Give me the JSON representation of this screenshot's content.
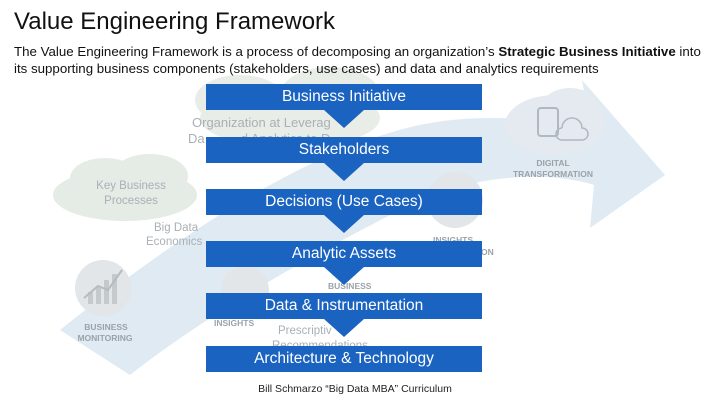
{
  "title": "Value Engineering Framework",
  "intro": {
    "before": "The Value Engineering Framework is a process of decomposing an organization’s ",
    "bold": "Strategic Business Initiative",
    "after": " into its supporting business components (stakeholders, use cases) and data and analytics requirements"
  },
  "background": {
    "org_line1": "Organization at Leverag",
    "org_line2": "Da          d Analytics to D",
    "key_processes_1": "Key Business",
    "key_processes_2": "Processes",
    "big_data_1": "Big Data",
    "big_data_2": "Economics",
    "prescriptive_1": "Prescriptiv",
    "prescriptive_2": "Recommendations",
    "digital_1": "DIGITAL",
    "digital_2": "TRANSFORMATION",
    "insights_right": "INSIGHTS",
    "insights_right_tail": "ON",
    "business_mid": "BUSINESS",
    "insights_left": "INSIGHTS",
    "monitoring_1": "BUSINESS",
    "monitoring_2": "MONITORING"
  },
  "stages": [
    "Business Initiative",
    "Stakeholders",
    "Decisions (Use Cases)",
    "Analytic Assets",
    "Data & Instrumentation",
    "Architecture & Technology"
  ],
  "footer": "Bill Schmarzo “Big Data MBA” Curriculum",
  "colors": {
    "stage": "#1a63c1",
    "background_arrow": "#dde9f3",
    "cloud": "#e7ece7"
  }
}
